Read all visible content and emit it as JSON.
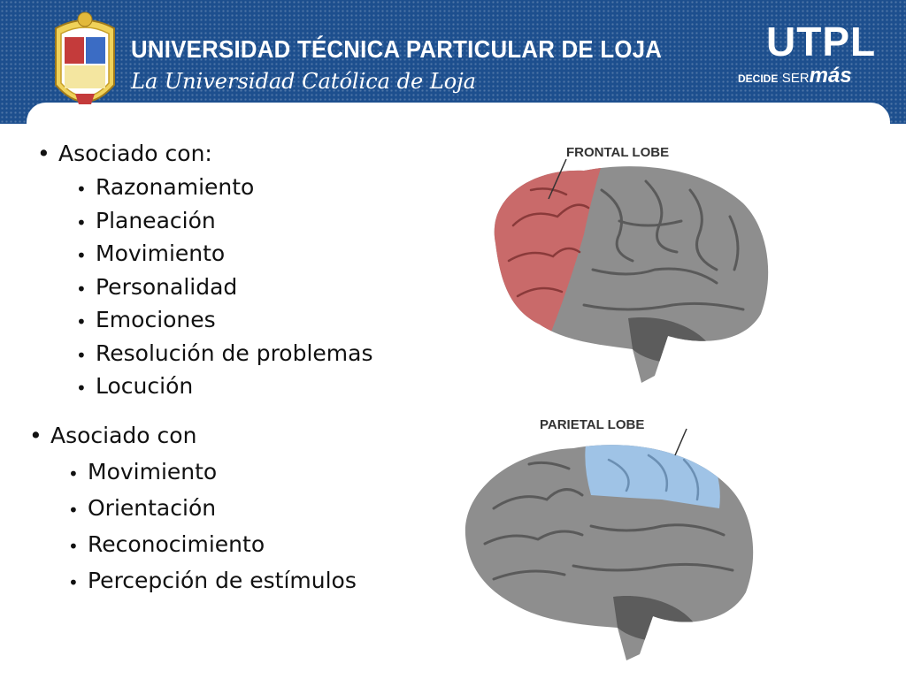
{
  "header": {
    "title": "UNIVERSIDAD TÉCNICA PARTICULAR DE LOJA",
    "subtitle": "La Universidad Católica de Loja",
    "brand": "UTPL",
    "tagline_decide": "DECIDE",
    "tagline_ser": "SER",
    "tagline_mas": "más"
  },
  "section1": {
    "heading": "Asociado con:",
    "items": [
      "Razonamiento",
      "Planeación",
      "Movimiento",
      "Personalidad",
      "Emociones",
      "Resolución de problemas",
      "Locución"
    ]
  },
  "section2": {
    "heading": "Asociado con",
    "items": [
      "Movimiento",
      "Orientación",
      "Reconocimiento",
      "Percepción de estímulos"
    ]
  },
  "images": {
    "frontal_label": "FRONTAL LOBE",
    "parietal_label": "PARIETAL LOBE"
  },
  "colors": {
    "header_blue": "#1d4f8e",
    "frontal_highlight": "#c96a6a",
    "parietal_highlight": "#9fc3e6"
  }
}
